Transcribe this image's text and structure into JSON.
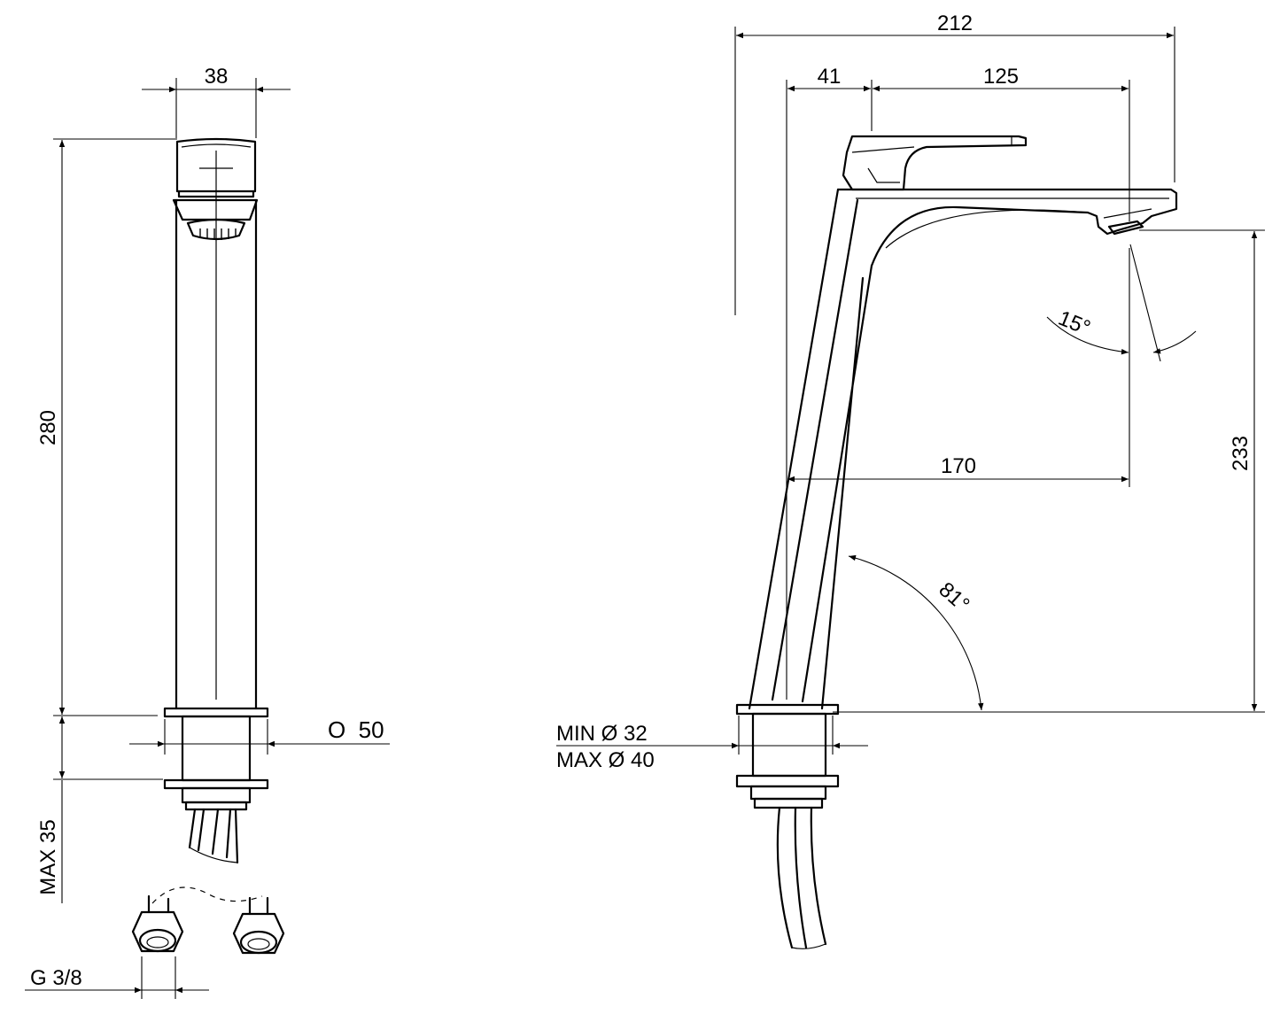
{
  "dimensions": {
    "front_width": "38",
    "front_height": "280",
    "hole_dia": "O  50",
    "max_thickness": "MAX 35",
    "thread": "G 3/8",
    "total_reach": "212",
    "base_offset": "41",
    "handle_reach": "125",
    "spout_reach": "170",
    "spout_height": "233",
    "tilt_angle": "81°",
    "jet_angle": "15°",
    "min_dia": "MIN Ø 32",
    "max_dia": "MAX Ø 40"
  }
}
